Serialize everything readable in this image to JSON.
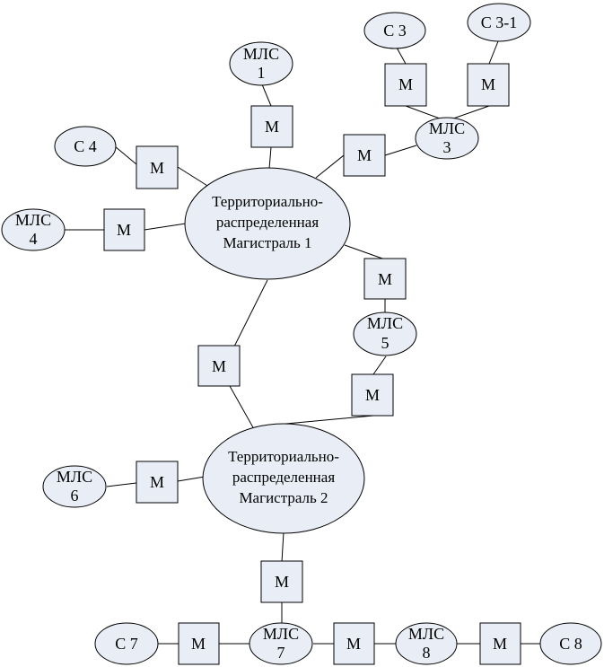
{
  "style": {
    "fill": "#e9eef6",
    "stroke": "#000000",
    "line": "#000000"
  },
  "modem_label": "М",
  "nodes": {
    "trunk1": {
      "lines": [
        "Территориально-",
        "распределенная",
        "Магистраль 1"
      ]
    },
    "trunk2": {
      "lines": [
        "Территориально-",
        "распределенная",
        "Магистраль 2"
      ]
    },
    "mls1": {
      "lines": [
        "МЛС",
        "1"
      ]
    },
    "mls3": {
      "lines": [
        "МЛС",
        "3"
      ]
    },
    "mls4": {
      "lines": [
        "МЛС",
        "4"
      ]
    },
    "mls5": {
      "lines": [
        "МЛС",
        "5"
      ]
    },
    "mls6": {
      "lines": [
        "МЛС",
        "6"
      ]
    },
    "mls7": {
      "lines": [
        "МЛС",
        "7"
      ]
    },
    "mls8": {
      "lines": [
        "МЛС",
        "8"
      ]
    },
    "c3": {
      "lines": [
        "С 3"
      ]
    },
    "c31": {
      "lines": [
        "С 3-1"
      ]
    },
    "c4": {
      "lines": [
        "С 4"
      ]
    },
    "c7": {
      "lines": [
        "С 7"
      ]
    },
    "c8": {
      "lines": [
        "С 8"
      ]
    }
  }
}
